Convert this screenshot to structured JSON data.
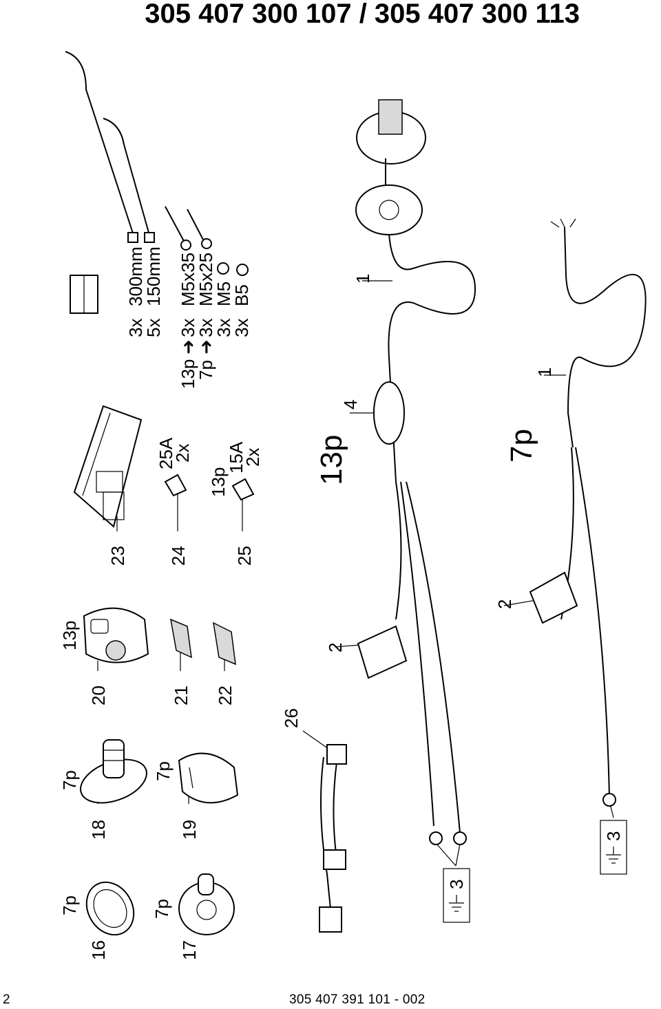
{
  "title": "305 407 300 107 / 305 407 300 113",
  "footer": {
    "page_number": "2",
    "doc_code": "305 407 391 101 - 002"
  },
  "callouts": {
    "c16": "16",
    "c17": "17",
    "c18": "18",
    "c19": "19",
    "c20": "20",
    "c21": "21",
    "c22": "22",
    "c23": "23",
    "c24": "24",
    "c25": "25",
    "c26": "26",
    "c1a": "1",
    "c1b": "1",
    "c2a": "2",
    "c2b": "2",
    "c3a": "3",
    "c3b": "3",
    "c4": "4"
  },
  "variant_labels": {
    "p16": "7p",
    "p17": "7p",
    "p18": "7p",
    "p19": "7p",
    "p20": "13p",
    "p25": "13p",
    "harness_13": "13p",
    "harness_7": "7p"
  },
  "specs": {
    "fuse24_rating": "25A",
    "fuse24_qty": "2x",
    "fuse25_rating": "15A",
    "fuse25_qty": "2x",
    "tie_qty_1": "3x",
    "tie_len_1": "300mm",
    "tie_qty_2": "5x",
    "tie_len_2": "150mm",
    "screw_13p_prefix": "13p",
    "screw_13p_qty": "3x",
    "screw_13p_size": "M5x35",
    "screw_7p_prefix": "7p",
    "screw_7p_qty": "3x",
    "screw_7p_size": "M5x25",
    "nut_qty": "3x",
    "nut_size": "M5",
    "washer_qty": "3x",
    "washer_size": "B5"
  }
}
